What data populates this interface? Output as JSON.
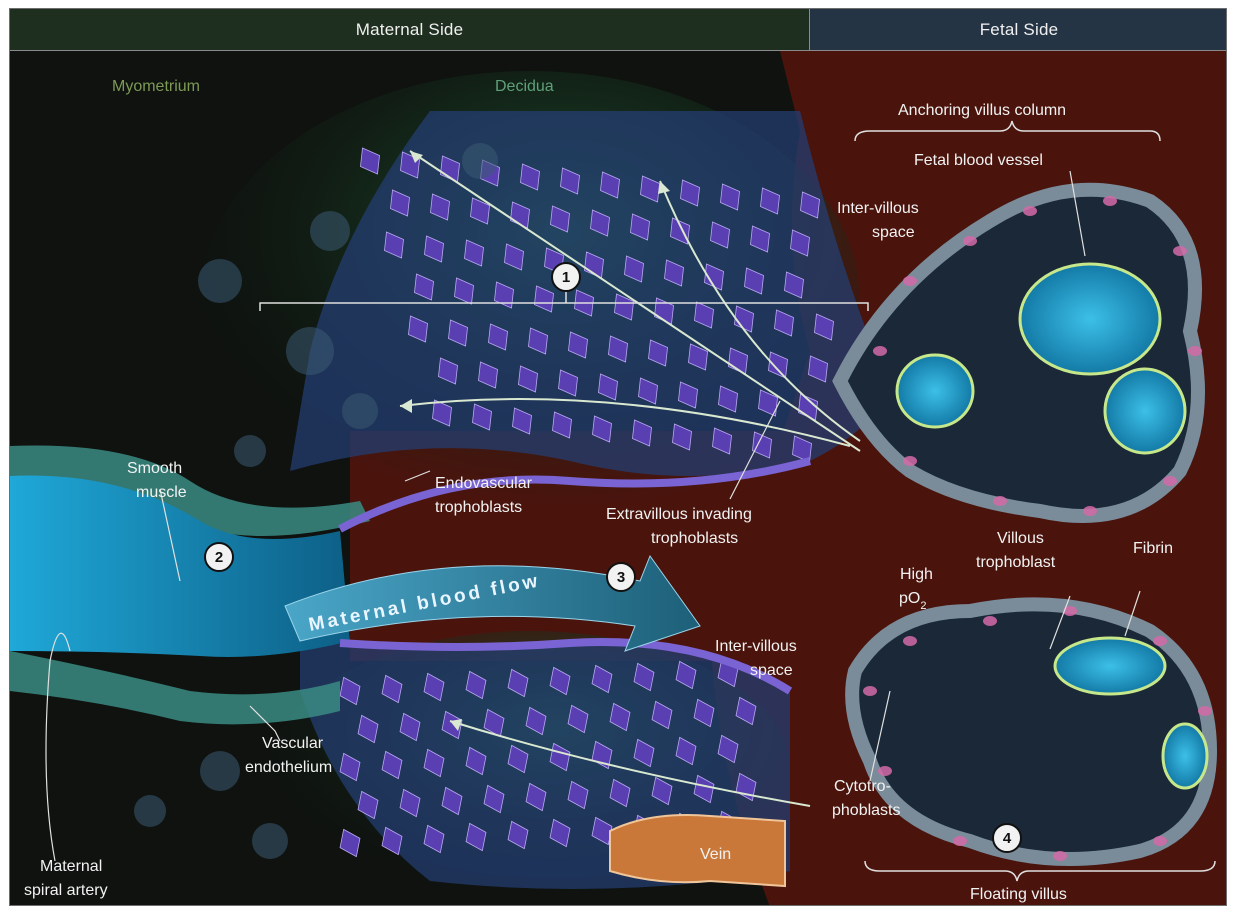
{
  "header": {
    "maternal_side": "Maternal Side",
    "fetal_side": "Fetal Side"
  },
  "regions": {
    "myometrium": "Myometrium",
    "decidua": "Decidua"
  },
  "labels": {
    "anchoring_villus_column": "Anchoring villus column",
    "fetal_blood_vessel": "Fetal blood vessel",
    "intervillous_space_top_1": "Inter-villous",
    "intervillous_space_top_2": "space",
    "smooth_muscle_1": "Smooth",
    "smooth_muscle_2": "muscle",
    "endovascular_1": "Endovascular",
    "endovascular_2": "trophoblasts",
    "extravillous_1": "Extravillous invading",
    "extravillous_2": "trophoblasts",
    "maternal_blood_flow": "Maternal blood flow",
    "villous_trophoblast_1": "Villous",
    "villous_trophoblast_2": "trophoblast",
    "fibrin": "Fibrin",
    "high_po2_1": "High",
    "high_po2_2": "pO",
    "high_po2_sub": "2",
    "intervillous_space_mid_1": "Inter-villous",
    "intervillous_space_mid_2": "space",
    "vascular_endothelium_1": "Vascular",
    "vascular_endothelium_2": "endothelium",
    "cytotrophoblasts_1": "Cytotro-",
    "cytotrophoblasts_2": "phoblasts",
    "vein": "Vein",
    "maternal_spiral_artery_1": "Maternal",
    "maternal_spiral_artery_2": "spiral artery",
    "floating_villus": "Floating villus"
  },
  "markers": {
    "one": "1",
    "two": "2",
    "three": "3",
    "four": "4"
  },
  "colors": {
    "fetal_background": "#4a140d",
    "maternal_background": "#0f120f",
    "decidua_green": "#1d4a2c",
    "trophoblast_purple": "#6a4fc0",
    "blood_vessel_blue": "#2ea7d4",
    "vein_orange": "#c9783a"
  }
}
